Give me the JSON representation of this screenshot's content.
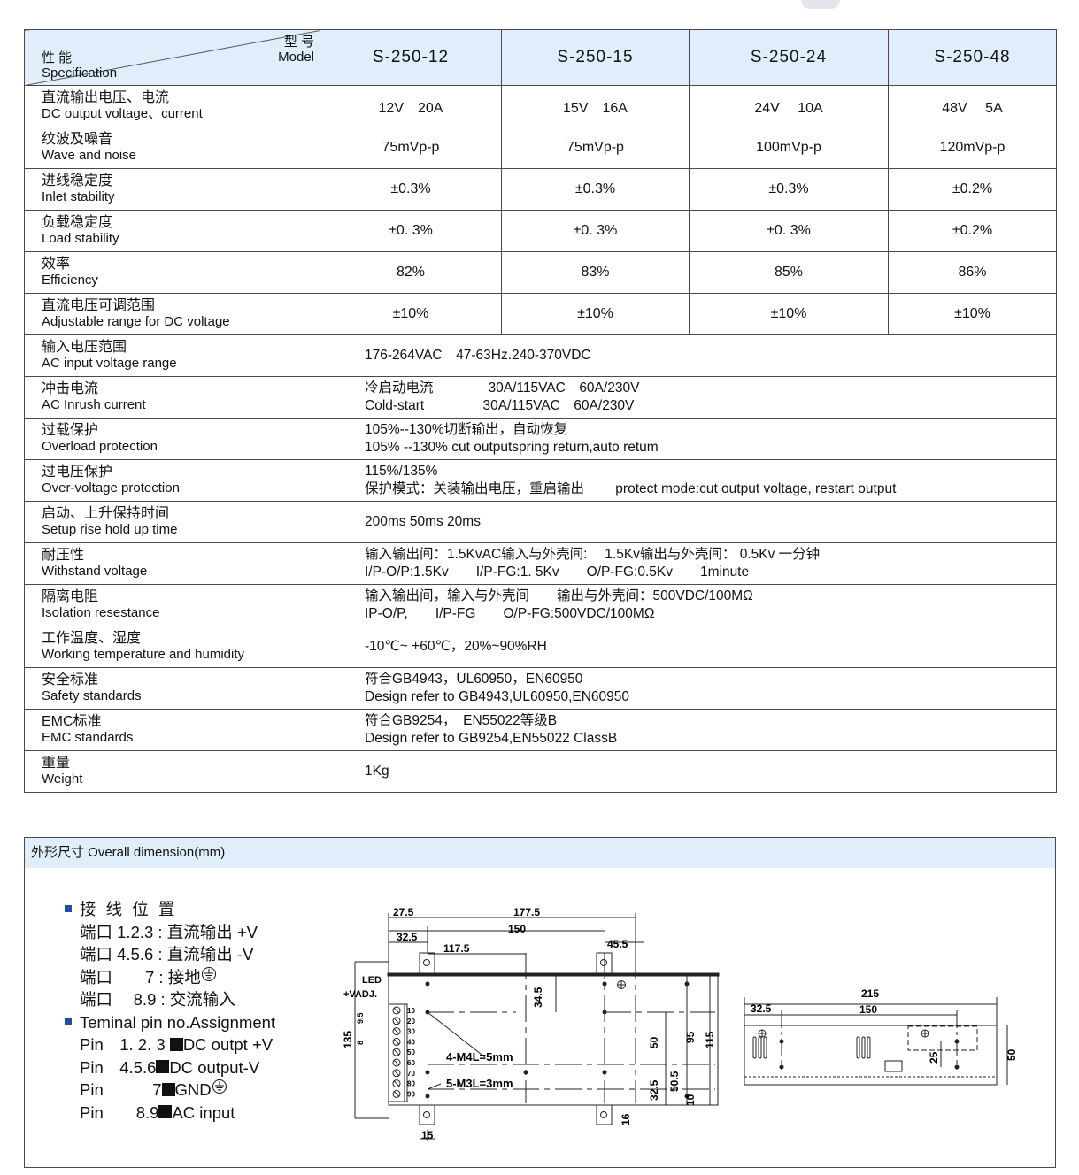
{
  "table": {
    "corner_model_cn": "型 号",
    "corner_model_en": "Model",
    "corner_spec_cn": "性 能",
    "corner_spec_en": "Specification",
    "models": [
      "S-250-12",
      "S-250-15",
      "S-250-24",
      "S-250-48"
    ],
    "rows": [
      {
        "cn": "直流输出电压、电流",
        "en": "DC output voltage、current",
        "values": [
          "12V　20A",
          "15V　16A",
          "24V　 10A",
          "48V　 5A"
        ]
      },
      {
        "cn": "纹波及噪音",
        "en": "Wave and noise",
        "values": [
          "75mVp-p",
          "75mVp-p",
          "100mVp-p",
          "120mVp-p"
        ]
      },
      {
        "cn": "进线稳定度",
        "en": "Inlet stability",
        "values": [
          "±0.3%",
          "±0.3%",
          "±0.3%",
          "±0.2%"
        ]
      },
      {
        "cn": "负载稳定度",
        "en": "Load stability",
        "values": [
          "±0. 3%",
          "±0. 3%",
          "±0. 3%",
          "±0.2%"
        ]
      },
      {
        "cn": "效率",
        "en": "Efficiency",
        "values": [
          "82%",
          "83%",
          "85%",
          "86%"
        ]
      },
      {
        "cn": "直流电压可调范围",
        "en": "Adjustable range for DC voltage",
        "values": [
          "±10%",
          "±10%",
          "±10%",
          "±10%"
        ]
      }
    ],
    "wide_rows": [
      {
        "cn": "输入电压范围",
        "en": "AC input voltage range",
        "lines": [
          "176-264VAC　47-63Hz.240-370VDC"
        ]
      },
      {
        "cn": "冲击电流",
        "en": "AC Inrush current",
        "lines": [
          "冷启动电流　　　　30A/115VAC　60A/230V",
          "Cold-start　　　　 30A/115VAC　60A/230V"
        ]
      },
      {
        "cn": "过载保护",
        "en": "Overload protection",
        "lines": [
          "105%--130%切断输出，自动恢复",
          "105% --130%  cut outputspring return,auto retum"
        ]
      },
      {
        "cn": "过电压保护",
        "en": "Over-voltage protection",
        "lines": [
          "115%/135%",
          "保护模式：关装输出电压，重启输出　　 protect mode:cut output voltage, restart output"
        ]
      },
      {
        "cn": "启动、上升保持时间",
        "en": "Setup rise hold up time",
        "lines": [
          "200ms 50ms  20ms"
        ]
      },
      {
        "cn": "耐压性",
        "en": "Withstand voltage",
        "lines": [
          "输入输出间：1.5KvAC输入与外壳间:　 1.5Kv输出与外壳间： 0.5Kv 一分钟",
          "I/P-O/P:1.5Kv　　I/P-FG:1. 5Kv　　O/P-FG:0.5Kv　　1minute"
        ]
      },
      {
        "cn": "隔离电阻",
        "en": "Isolation resestance",
        "lines": [
          "输入输出间，输入与外壳间　　输出与外壳间：500VDC/100MΩ",
          "IP-O/P,　　I/P-FG　　O/P-FG:500VDC/100MΩ"
        ]
      },
      {
        "cn": "工作温度、湿度",
        "en": "Working temperature and humidity",
        "lines": [
          "-10℃~ +60℃，20%~90%RH"
        ]
      },
      {
        "cn": "安全标准",
        "en": "Safety standards",
        "lines": [
          "符合GB4943，UL60950，EN60950",
          "Design refer to GB4943,UL60950,EN60950"
        ]
      },
      {
        "cn": "EMC标准",
        "en": "EMC standards",
        "lines": [
          "符合GB9254，　EN55022等级B",
          "Design refer to GB9254,EN55022 ClassB"
        ]
      },
      {
        "cn": "重量",
        "en": "Weight",
        "lines": [
          "1Kg"
        ]
      }
    ]
  },
  "dimension": {
    "title": "外形尺寸  Overall dimension(mm)",
    "pins_cn_title": "接 线 位 置",
    "pins_cn": [
      {
        "label": "端口 1.2.3 : 直流输出 +V"
      },
      {
        "label": "端口 4.5.6 : 直流输出 -V"
      },
      {
        "label": "端口　　7 : 接地"
      },
      {
        "label": "端口　 8.9 : 交流输入"
      }
    ],
    "pins_en_title": "Teminal pin no.Assignment",
    "pins_en": [
      {
        "pin": "Pin　1. 2. 3",
        "desc": "DC outpt +V"
      },
      {
        "pin": "Pin　4.5.6",
        "desc": "DC output-V"
      },
      {
        "pin": "Pin　　　7",
        "desc": "GND"
      },
      {
        "pin": "Pin　　8.9",
        "desc": "AC input"
      }
    ],
    "front": {
      "d_27_5": "27.5",
      "d_177_5": "177.5",
      "d_32_5": "32.5",
      "d_150": "150",
      "d_117_5": "117.5",
      "d_45_5": "45.5",
      "d_34_5": "34.5",
      "d_135": "135",
      "d_9_5": "9.5",
      "d_8": "8",
      "d_50": "50",
      "d_95": "95",
      "d_115": "115",
      "d_32_5b": "32.5",
      "d_50_5": "50.5",
      "d_10": "10",
      "d_16": "16",
      "d_15": "15",
      "led": "LED",
      "vadj": "+VADJ.",
      "m4": "4-M4L=5mm",
      "m3": "5-M3L=3mm",
      "terminals": [
        "10",
        "20",
        "30",
        "40",
        "50",
        "60",
        "70",
        "80",
        "90"
      ]
    },
    "side": {
      "d_215": "215",
      "d_32_5": "32.5",
      "d_150": "150",
      "d_25": "25",
      "d_50": "50"
    }
  }
}
